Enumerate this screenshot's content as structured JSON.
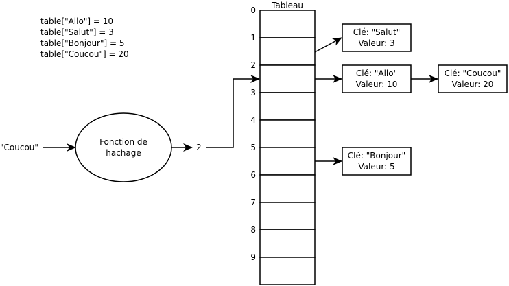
{
  "code_lines": [
    "table[\"Allo\"] = 10",
    "table[\"Salut\"] = 3",
    "table[\"Bonjour\"] = 5",
    "table[\"Coucou\"] = 20"
  ],
  "input_key": "\"Coucou\"",
  "hash_function": {
    "line1": "Fonction de",
    "line2": "hachage"
  },
  "hash_output": "2",
  "array": {
    "title": "Tableau",
    "indices": [
      "0",
      "1",
      "2",
      "3",
      "4",
      "5",
      "6",
      "7",
      "8",
      "9"
    ]
  },
  "entries": {
    "salut": {
      "key": "Clé: \"Salut\"",
      "value": "Valeur: 3"
    },
    "allo": {
      "key": "Clé: \"Allo\"",
      "value": "Valeur: 10"
    },
    "coucou": {
      "key": "Clé: \"Coucou\"",
      "value": "Valeur: 20"
    },
    "bonjour": {
      "key": "Clé: \"Bonjour\"",
      "value": "Valeur: 5"
    }
  }
}
